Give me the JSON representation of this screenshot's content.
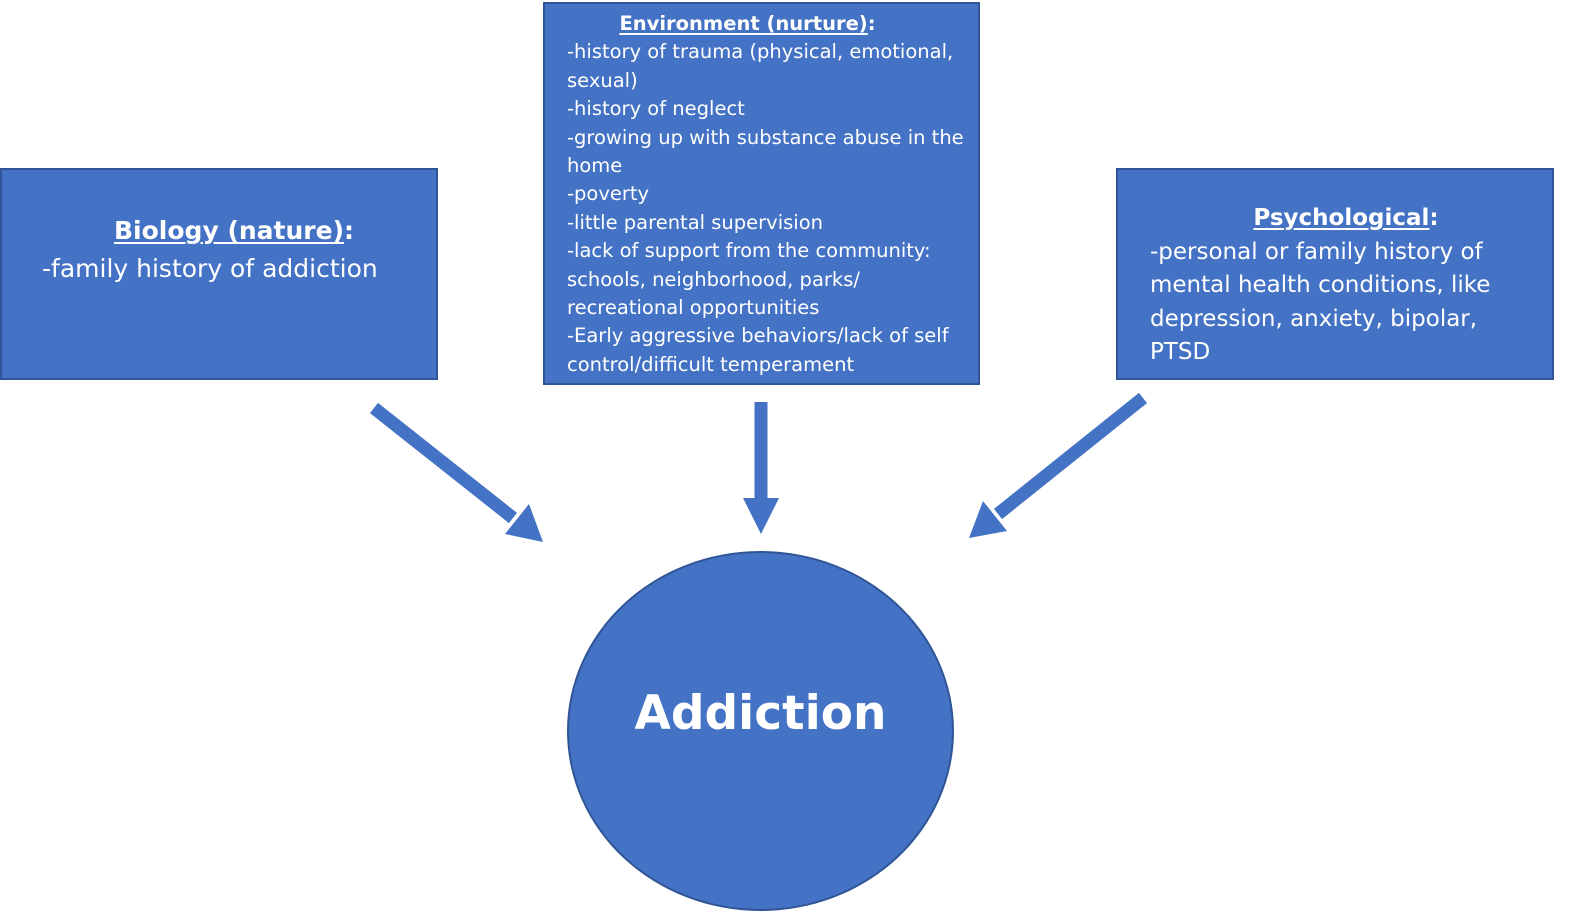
{
  "colors": {
    "fill": "#4472C4",
    "border": "#2F5597",
    "text": "#FFFFFF",
    "arrow": "#4472C4",
    "background": "#FFFFFF"
  },
  "biology": {
    "heading": "Biology (nature)",
    "colon": ":",
    "items": [
      "-family history of addiction"
    ]
  },
  "environment": {
    "heading": "Environment (nurture)",
    "colon": ":",
    "items": [
      "-history of trauma (physical, emotional, sexual)",
      "-history of neglect",
      "-growing up with substance abuse in the home",
      "-poverty",
      "-little parental supervision",
      "-lack of support from the community: schools, neighborhood, parks/ recreational opportunities",
      "-Early aggressive behaviors/lack of self control/difficult temperament"
    ]
  },
  "psychological": {
    "heading": "Psychological",
    "colon": ":",
    "items": [
      "-personal or family history of mental health conditions, like depression, anxiety, bipolar, PTSD"
    ]
  },
  "center": {
    "label": "Addiction"
  }
}
